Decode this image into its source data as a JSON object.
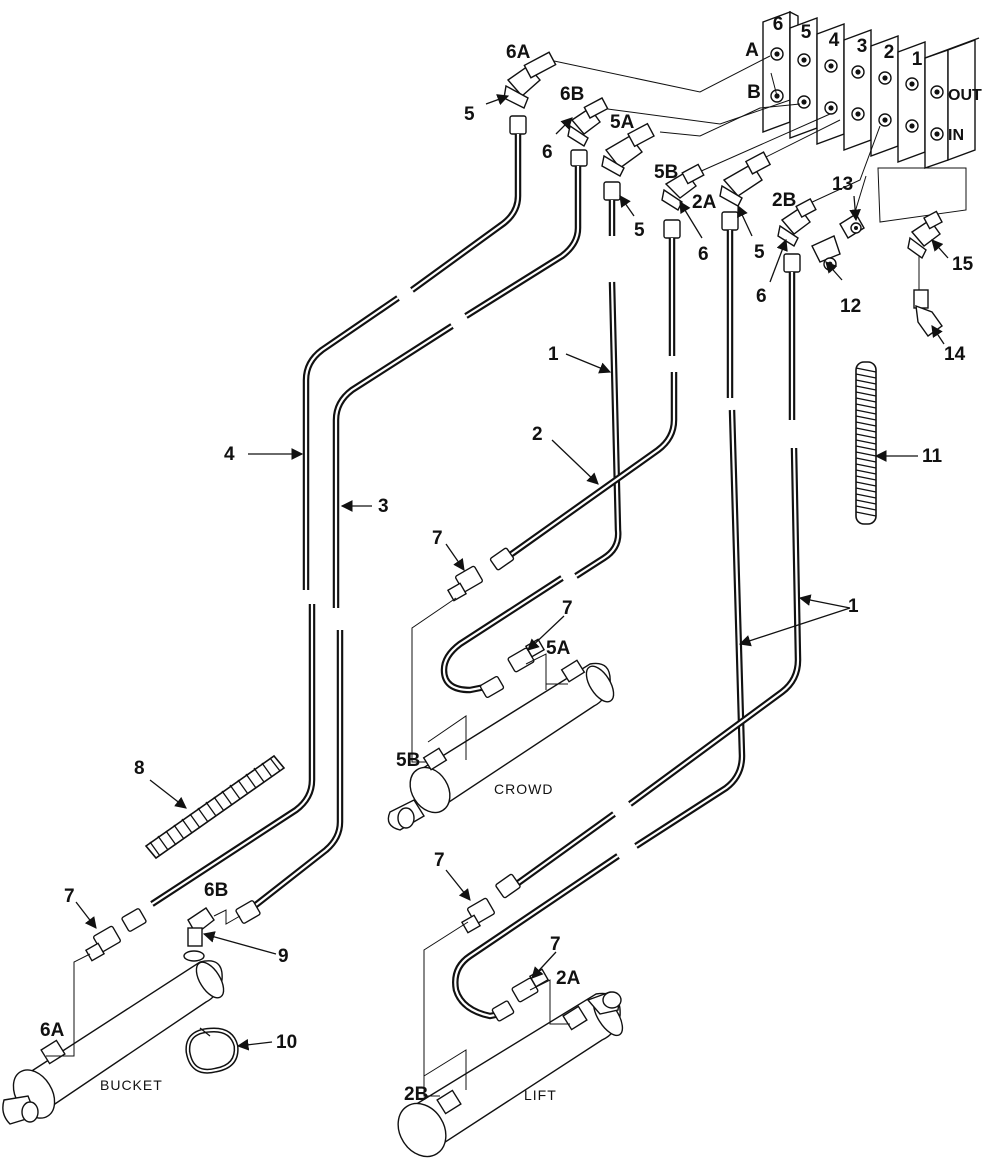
{
  "valve_ports": {
    "sections": [
      "6",
      "5",
      "4",
      "3",
      "2",
      "1"
    ],
    "port_a": "A",
    "port_b": "B",
    "out": "OUT",
    "in": "IN"
  },
  "fittings": {
    "f6A": "6A",
    "f6B": "6B",
    "f5A": "5A",
    "f5B": "5B",
    "f2A": "2A",
    "f2B": "2B",
    "c5a": "5",
    "c6a": "6",
    "c5b": "5",
    "c6b": "6",
    "c5c": "5",
    "c6c": "6",
    "n13": "13",
    "n12": "12",
    "n15": "15",
    "n14": "14"
  },
  "tubes": {
    "t1a": "1",
    "t2": "2",
    "t4": "4",
    "t3": "3",
    "t11": "11",
    "t1b": "1"
  },
  "crowd": {
    "n7a": "7",
    "n7b": "7",
    "n5A": "5A",
    "n5B": "5B",
    "name": "CROWD"
  },
  "bucket": {
    "n8": "8",
    "n7": "7",
    "n6B": "6B",
    "n9": "9",
    "n6A": "6A",
    "n10": "10",
    "name": "BUCKET"
  },
  "lift": {
    "n7a": "7",
    "n7b": "7",
    "n2A": "2A",
    "n2B": "2B",
    "name": "LIFT"
  }
}
